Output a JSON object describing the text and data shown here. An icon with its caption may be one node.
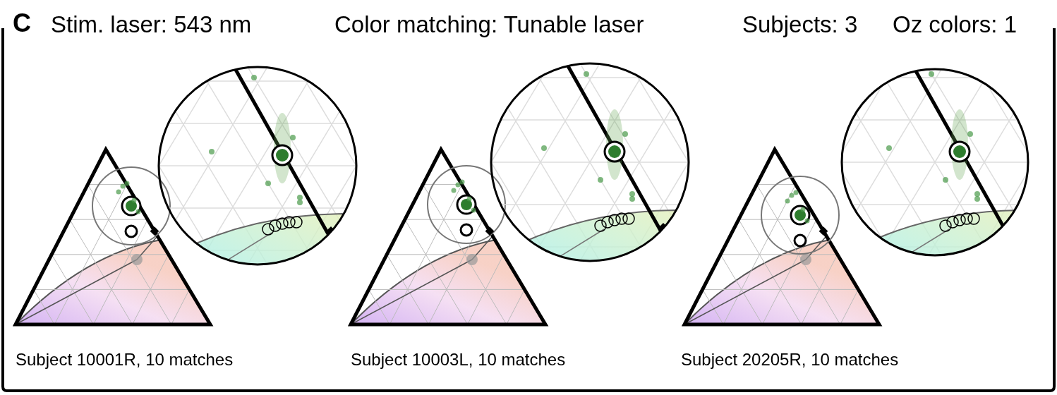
{
  "diagram": {
    "labels": [
      "C",
      "Stim. laser: 543 nm",
      "Color matching: Tunable laser",
      "Subjects: 3",
      "Oz colors: 1",
      "Subject 10001R, 10 matches",
      "Subject 10003L, 10 matches",
      "Subject 20205R, 10 matches"
    ]
  }
}
